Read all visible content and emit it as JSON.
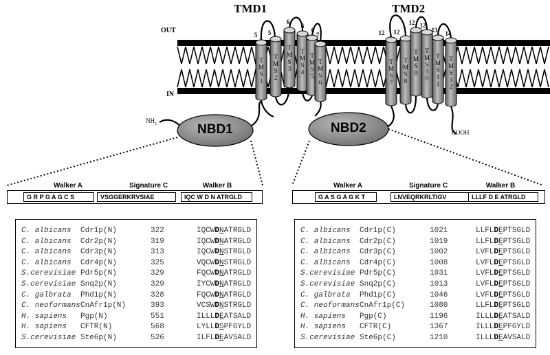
{
  "tmd_labels": {
    "tmd1": "TMD1",
    "tmd2": "TMD2"
  },
  "sides": {
    "out": "OUT",
    "in": "IN"
  },
  "termini": {
    "n": "NH",
    "n_sub": "2",
    "c": "COOH"
  },
  "nbd": {
    "nbd1": "NBD1",
    "nbd2": "NBD2"
  },
  "helices": {
    "tmd1": [
      {
        "text": "TMS 1",
        "num": "5"
      },
      {
        "text": "TMS 2",
        "num": "5"
      },
      {
        "text": "TMS 3",
        "num": "6"
      },
      {
        "text": "TMS 4",
        "num": "6"
      },
      {
        "text": "TMS 5",
        "num": "6"
      },
      {
        "text": "TMS 6",
        "num": "7"
      }
    ],
    "tmd2": [
      {
        "text": "TMS 7",
        "num": "12"
      },
      {
        "text": "TMS 8",
        "num": "12"
      },
      {
        "text": "TMS 9",
        "num": "12"
      },
      {
        "text": "TMS 10",
        "num": "12"
      },
      {
        "text": "TMS 11",
        "num": "13"
      },
      {
        "text": "TMS 12",
        "num": "14"
      }
    ]
  },
  "motifs_n": {
    "walker_a": {
      "title": "Walker A",
      "seq": "G R P G A G C  S"
    },
    "signature_c": {
      "title": "Signature C",
      "seq": "VSGGERKRVSIAE"
    },
    "walker_b": {
      "title": "Walker B",
      "seq": "IQC W D N ATRGLD"
    }
  },
  "motifs_c": {
    "walker_a": {
      "title": "Walker A",
      "seq": "G A S G A G K T"
    },
    "signature_c": {
      "title": "Signature C",
      "seq": "LNVEQRKRLTIGV"
    },
    "walker_b": {
      "title": "Walker B",
      "seq": "LLLF D E ATRGLD"
    }
  },
  "table_n": [
    {
      "species": "C. albicans",
      "protein": "Cdr1p(N)",
      "pos": "322",
      "pre": "IQCW",
      "d": "D",
      "ul": "N",
      "post": "ATRGLD"
    },
    {
      "species": "C. albicans",
      "protein": "Cdr2p(N)",
      "pos": "319",
      "pre": "IQCW",
      "d": "D",
      "ul": "N",
      "post": "ATRGLD"
    },
    {
      "species": "C. albicans",
      "protein": "Cdr3p(N)",
      "pos": "313",
      "pre": "IQCW",
      "d": "D",
      "ul": "N",
      "post": "STRGLD"
    },
    {
      "species": "C. albicans",
      "protein": "Cdr4p(N)",
      "pos": "325",
      "pre": "VQCW",
      "d": "D",
      "ul": "N",
      "post": "STRGLD"
    },
    {
      "species": "S.cerevisiae",
      "protein": "Pdr5p(N)",
      "pos": "329",
      "pre": "FQCW",
      "d": "D",
      "ul": "N",
      "post": "ATRGLD"
    },
    {
      "species": "S.cerevisiae",
      "protein": "Snq2p(N)",
      "pos": "329",
      "pre": "IYCW",
      "d": "D",
      "ul": "N",
      "post": "ATRGLD"
    },
    {
      "species": "C. galbrata",
      "protein": "Phd1p(N)",
      "pos": "328",
      "pre": "FQCW",
      "d": "D",
      "ul": "N",
      "post": "ATRGLD"
    },
    {
      "species": "C. neoformans",
      "protein": "CnAfr1p(N)",
      "pos": "393",
      "pre": "VCSW",
      "d": "D",
      "ul": "N",
      "post": "STRGLD"
    },
    {
      "species": "H. sapiens",
      "protein": "Pgp(N)",
      "pos": "551",
      "pre": "ILLL",
      "d": "D",
      "ul": "E",
      "post": "ATSALD"
    },
    {
      "species": "H. sapiens",
      "protein": "CFTR(N)",
      "pos": "568",
      "pre": "LYLL",
      "d": "D",
      "ul": "S",
      "post": "PFGYLD"
    },
    {
      "species": "S.cerevisiae",
      "protein": "Ste6p(N)",
      "pos": "526",
      "pre": "ILFL",
      "d": "D",
      "ul": "E",
      "post": "AVSALD"
    }
  ],
  "table_c": [
    {
      "species": "C. albicans",
      "protein": "Cdr1p(C)",
      "pos": "1021",
      "pre": "LLFL",
      "d": "D",
      "ul": "E",
      "post": "PTSGLD"
    },
    {
      "species": "C. albicans",
      "protein": "Cdr2p(C)",
      "pos": "1019",
      "pre": "LLFL",
      "d": "D",
      "ul": "E",
      "post": "PTSGLD"
    },
    {
      "species": "C. albicans",
      "protein": "Cdr3p(C)",
      "pos": "1002",
      "pre": "LVFL",
      "d": "D",
      "ul": "E",
      "post": "PTSGLD"
    },
    {
      "species": "C. albicans",
      "protein": "Cdr4p(C)",
      "pos": "1008",
      "pre": "LVFL",
      "d": "D",
      "ul": "E",
      "post": "PTSGLD"
    },
    {
      "species": "S.cerevisiae",
      "protein": "Pdr5p(C)",
      "pos": "1031",
      "pre": "LVFL",
      "d": "D",
      "ul": "E",
      "post": "PTSGLD"
    },
    {
      "species": "S.cerevisiae",
      "protein": "Snq2p(C)",
      "pos": "1013",
      "pre": "LVFL",
      "d": "D",
      "ul": "E",
      "post": "PTSGLD"
    },
    {
      "species": "C. galbrata",
      "protein": "Phd1p(C)",
      "pos": "1046",
      "pre": "LVFL",
      "d": "D",
      "ul": "E",
      "post": "PTSGLD"
    },
    {
      "species": "C. neoformans",
      "protein": "CnAfr1p(C)",
      "pos": "1080",
      "pre": "LLFL",
      "d": "D",
      "ul": "E",
      "post": "PTSGLD"
    },
    {
      "species": "H. sapiens",
      "protein": "Pgp(C)",
      "pos": "1196",
      "pre": "ILLL",
      "d": "D",
      "ul": "E",
      "post": "ATSALD"
    },
    {
      "species": "H. sapiens",
      "protein": "CFTR(C)",
      "pos": "1367",
      "pre": "ILLL",
      "d": "D",
      "ul": "E",
      "post": "PFGYLD"
    },
    {
      "species": "S.cerevisiae",
      "protein": "Ste6p(C)",
      "pos": "1210",
      "pre": "ILLL",
      "d": "D",
      "ul": "E",
      "post": "AVSALD"
    }
  ],
  "colors": {
    "membrane": "#000000",
    "helix": "#9a9a9a",
    "nbd": "#7f7f7f"
  }
}
